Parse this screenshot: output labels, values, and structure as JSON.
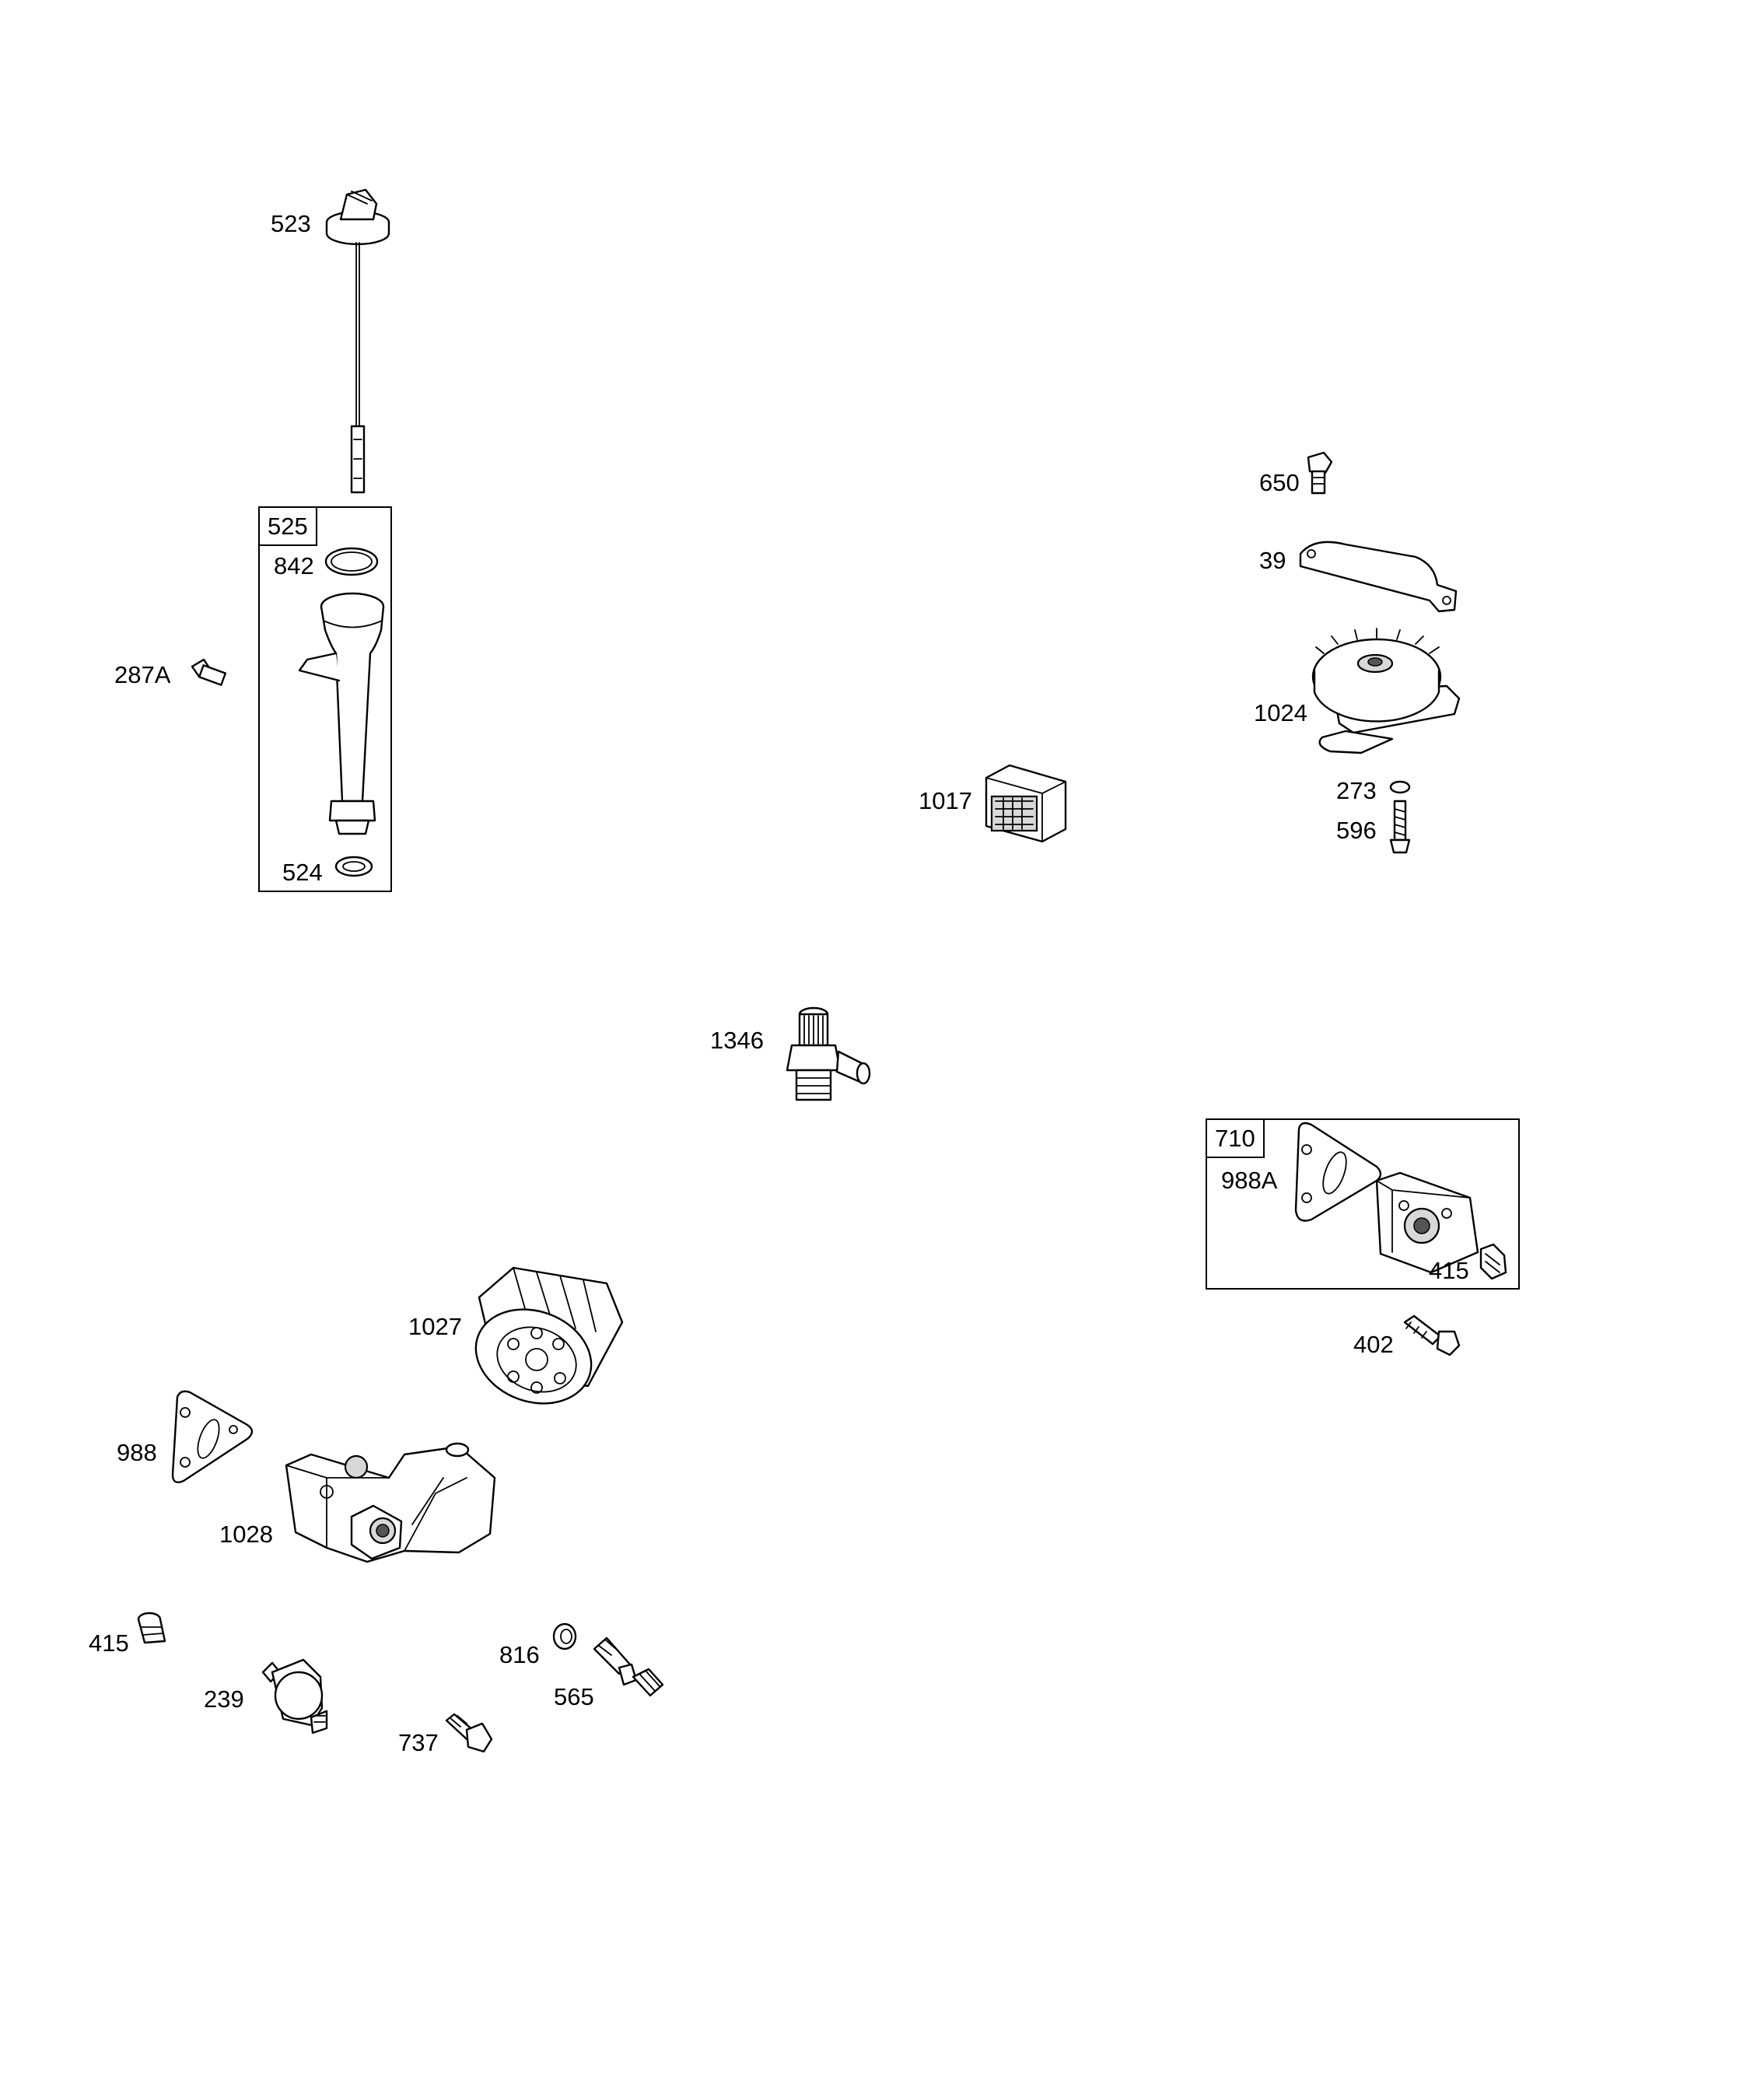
{
  "kits": {
    "kit525": {
      "id": "525",
      "labels": {
        "842": "842",
        "524": "524"
      }
    },
    "kit710": {
      "id": "710",
      "labels": {
        "988A": "988A",
        "415": "415"
      }
    }
  },
  "parts": {
    "p523": "523",
    "p287A": "287A",
    "p650": "650",
    "p39": "39",
    "p1024": "1024",
    "p273": "273",
    "p596": "596",
    "p1017": "1017",
    "p1346": "1346",
    "p402": "402",
    "p1027": "1027",
    "p988": "988",
    "p1028": "1028",
    "p415": "415",
    "p239": "239",
    "p816": "816",
    "p565": "565",
    "p737": "737"
  }
}
